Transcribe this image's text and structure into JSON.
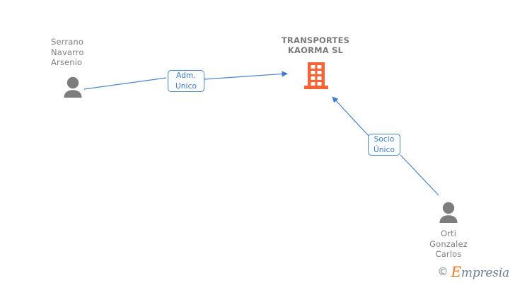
{
  "diagram": {
    "company": {
      "name": "TRANSPORTES\nKAORMA SL",
      "icon": "building-icon",
      "color": "#FA6235"
    },
    "people": [
      {
        "id": "serrano-navarro-arsenio",
        "name": "Serrano\nNavarro\nArsenio",
        "icon": "person-avatar-icon",
        "color": "#808080"
      },
      {
        "id": "orti-gonzalez-carlos",
        "name": "Orti\nGonzalez\nCarlos",
        "icon": "person-avatar-icon",
        "color": "#808080"
      }
    ],
    "relations": [
      {
        "id": "adm-unico",
        "label": "Adm.\nUnico",
        "from": "serrano-navarro-arsenio",
        "to": "company",
        "color": "#3c7ad6"
      },
      {
        "id": "socio-unico",
        "label": "Socio\nÚnico",
        "from": "orti-gonzalez-carlos",
        "to": "company",
        "color": "#3c7ad6"
      }
    ],
    "edge_color": "#4a86d6"
  },
  "watermark": {
    "copyright": "©",
    "brand_first": "E",
    "brand_rest": "mpresia",
    "color": "#6d7f92",
    "accent": "#ef7622"
  }
}
